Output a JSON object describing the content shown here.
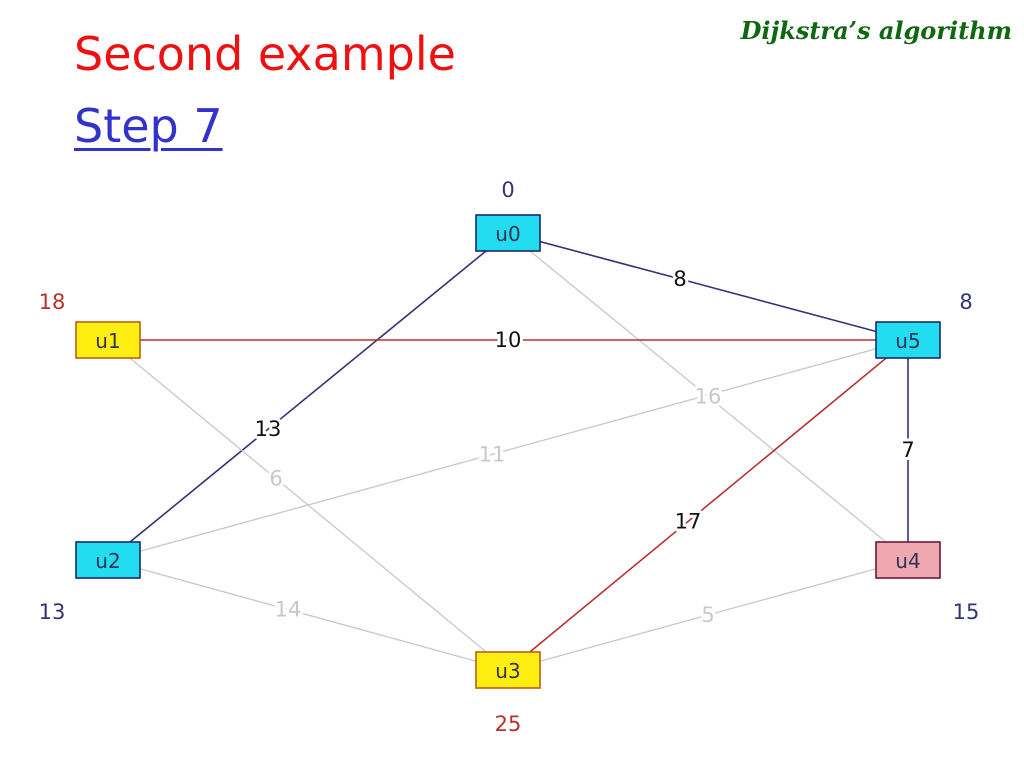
{
  "slide": {
    "title": "Second example",
    "step_link": "Step 7",
    "caption": "Dijkstra’s algorithm"
  },
  "colors": {
    "title": "#ee1111",
    "link": "#3333cc",
    "caption": "#116611",
    "edge_tree": "#333377",
    "edge_candidate": "#b83030",
    "edge_inactive": "#c8c8c8",
    "label_active": "#111111",
    "label_inactive": "#c8c8c8",
    "dist_red": "#b83030",
    "dist_blue": "#333377",
    "node_cyan": "#22ddf0",
    "node_yellow": "#ffee11",
    "node_pink": "#f0a8b0",
    "node_border_cyan": "#1a2a6a",
    "node_border_yellow": "#c06010",
    "node_border_pink": "#6a1a3a"
  },
  "graph": {
    "nodes": [
      {
        "id": "u0",
        "label": "u0",
        "distance": "0",
        "fill": "cyan",
        "dist_color": "blue"
      },
      {
        "id": "u1",
        "label": "u1",
        "distance": "18",
        "fill": "yellow",
        "dist_color": "red"
      },
      {
        "id": "u2",
        "label": "u2",
        "distance": "13",
        "fill": "cyan",
        "dist_color": "blue"
      },
      {
        "id": "u3",
        "label": "u3",
        "distance": "25",
        "fill": "yellow",
        "dist_color": "red"
      },
      {
        "id": "u4",
        "label": "u4",
        "distance": "15",
        "fill": "pink",
        "dist_color": "blue"
      },
      {
        "id": "u5",
        "label": "u5",
        "distance": "8",
        "fill": "cyan",
        "dist_color": "blue"
      }
    ],
    "edges": [
      {
        "from": "u0",
        "to": "u5",
        "weight": "8",
        "state": "tree"
      },
      {
        "from": "u0",
        "to": "u2",
        "weight": "13",
        "state": "tree"
      },
      {
        "from": "u0",
        "to": "u4",
        "weight": "16",
        "state": "inactive"
      },
      {
        "from": "u1",
        "to": "u5",
        "weight": "10",
        "state": "candidate"
      },
      {
        "from": "u1",
        "to": "u3",
        "weight": "6",
        "state": "inactive"
      },
      {
        "from": "u2",
        "to": "u5",
        "weight": "11",
        "state": "inactive"
      },
      {
        "from": "u2",
        "to": "u3",
        "weight": "14",
        "state": "inactive"
      },
      {
        "from": "u3",
        "to": "u5",
        "weight": "17",
        "state": "candidate"
      },
      {
        "from": "u3",
        "to": "u4",
        "weight": "5",
        "state": "inactive"
      },
      {
        "from": "u5",
        "to": "u4",
        "weight": "7",
        "state": "tree"
      }
    ]
  }
}
